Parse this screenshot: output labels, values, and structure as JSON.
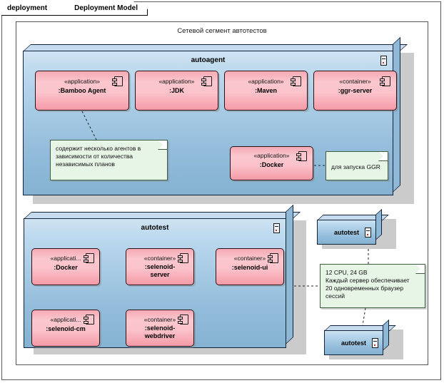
{
  "frame": {
    "kind_label": "deployment",
    "name_label": "Deployment Model"
  },
  "segment": {
    "title": "Сетевой сегмент автотестов"
  },
  "nodes": {
    "autoagent": {
      "label": "autoagent",
      "icon": "device-icon"
    },
    "autotest_main": {
      "label": "autotest",
      "icon": "device-icon"
    },
    "autotest_right_top": {
      "label": "autotest",
      "icon": "device-icon"
    },
    "autotest_right_bottom": {
      "label": "autotest",
      "icon": "device-icon"
    }
  },
  "components": {
    "bamboo_agent": {
      "stereotype": "«application»",
      "name": ":Bamboo Agent",
      "icon": "component-icon"
    },
    "jdk": {
      "stereotype": "«application»",
      "name": ":JDK",
      "icon": "component-icon"
    },
    "maven": {
      "stereotype": "«application»",
      "name": ":Maven",
      "icon": "component-icon"
    },
    "ggr_server": {
      "stereotype": "«container»",
      "name": ":ggr-server",
      "icon": "component-icon"
    },
    "docker_agent": {
      "stereotype": "«application»",
      "name": ":Docker",
      "icon": "component-icon"
    },
    "docker_test": {
      "stereotype": "«applicati...",
      "name": ":Docker",
      "icon": "component-icon"
    },
    "selenoid_server": {
      "stereotype": "«container»",
      "name": ":selenoid-\nserver",
      "icon": "component-icon"
    },
    "selenoid_ui": {
      "stereotype": "«container»",
      "name": ":selenoid-ui",
      "icon": "component-icon"
    },
    "selenoid_cm": {
      "stereotype": "«applicati...",
      "name": ":selenoid-cm",
      "icon": "component-icon"
    },
    "selenoid_webdriver": {
      "stereotype": "«container»",
      "name": ":selenoid-\nwebdriver",
      "icon": "component-icon"
    }
  },
  "notes": {
    "agents_note": {
      "text": "содержит несколько агентов в\nзависимости от количества\nнезависимых планов"
    },
    "ggr_note": {
      "text": "для запуска GGR"
    },
    "capacity_note": {
      "text": "12 CPU, 24 GB\nКаждый сервер обеспечивает\n20 одновременных браузер\nсессий"
    }
  },
  "colors": {
    "node_fill_top": "#cfe3f2",
    "node_fill_bottom": "#85b2d2",
    "component_fill": "#fbc7ce",
    "note_fill": "#e6f5e6",
    "frame_border": "#555555"
  }
}
